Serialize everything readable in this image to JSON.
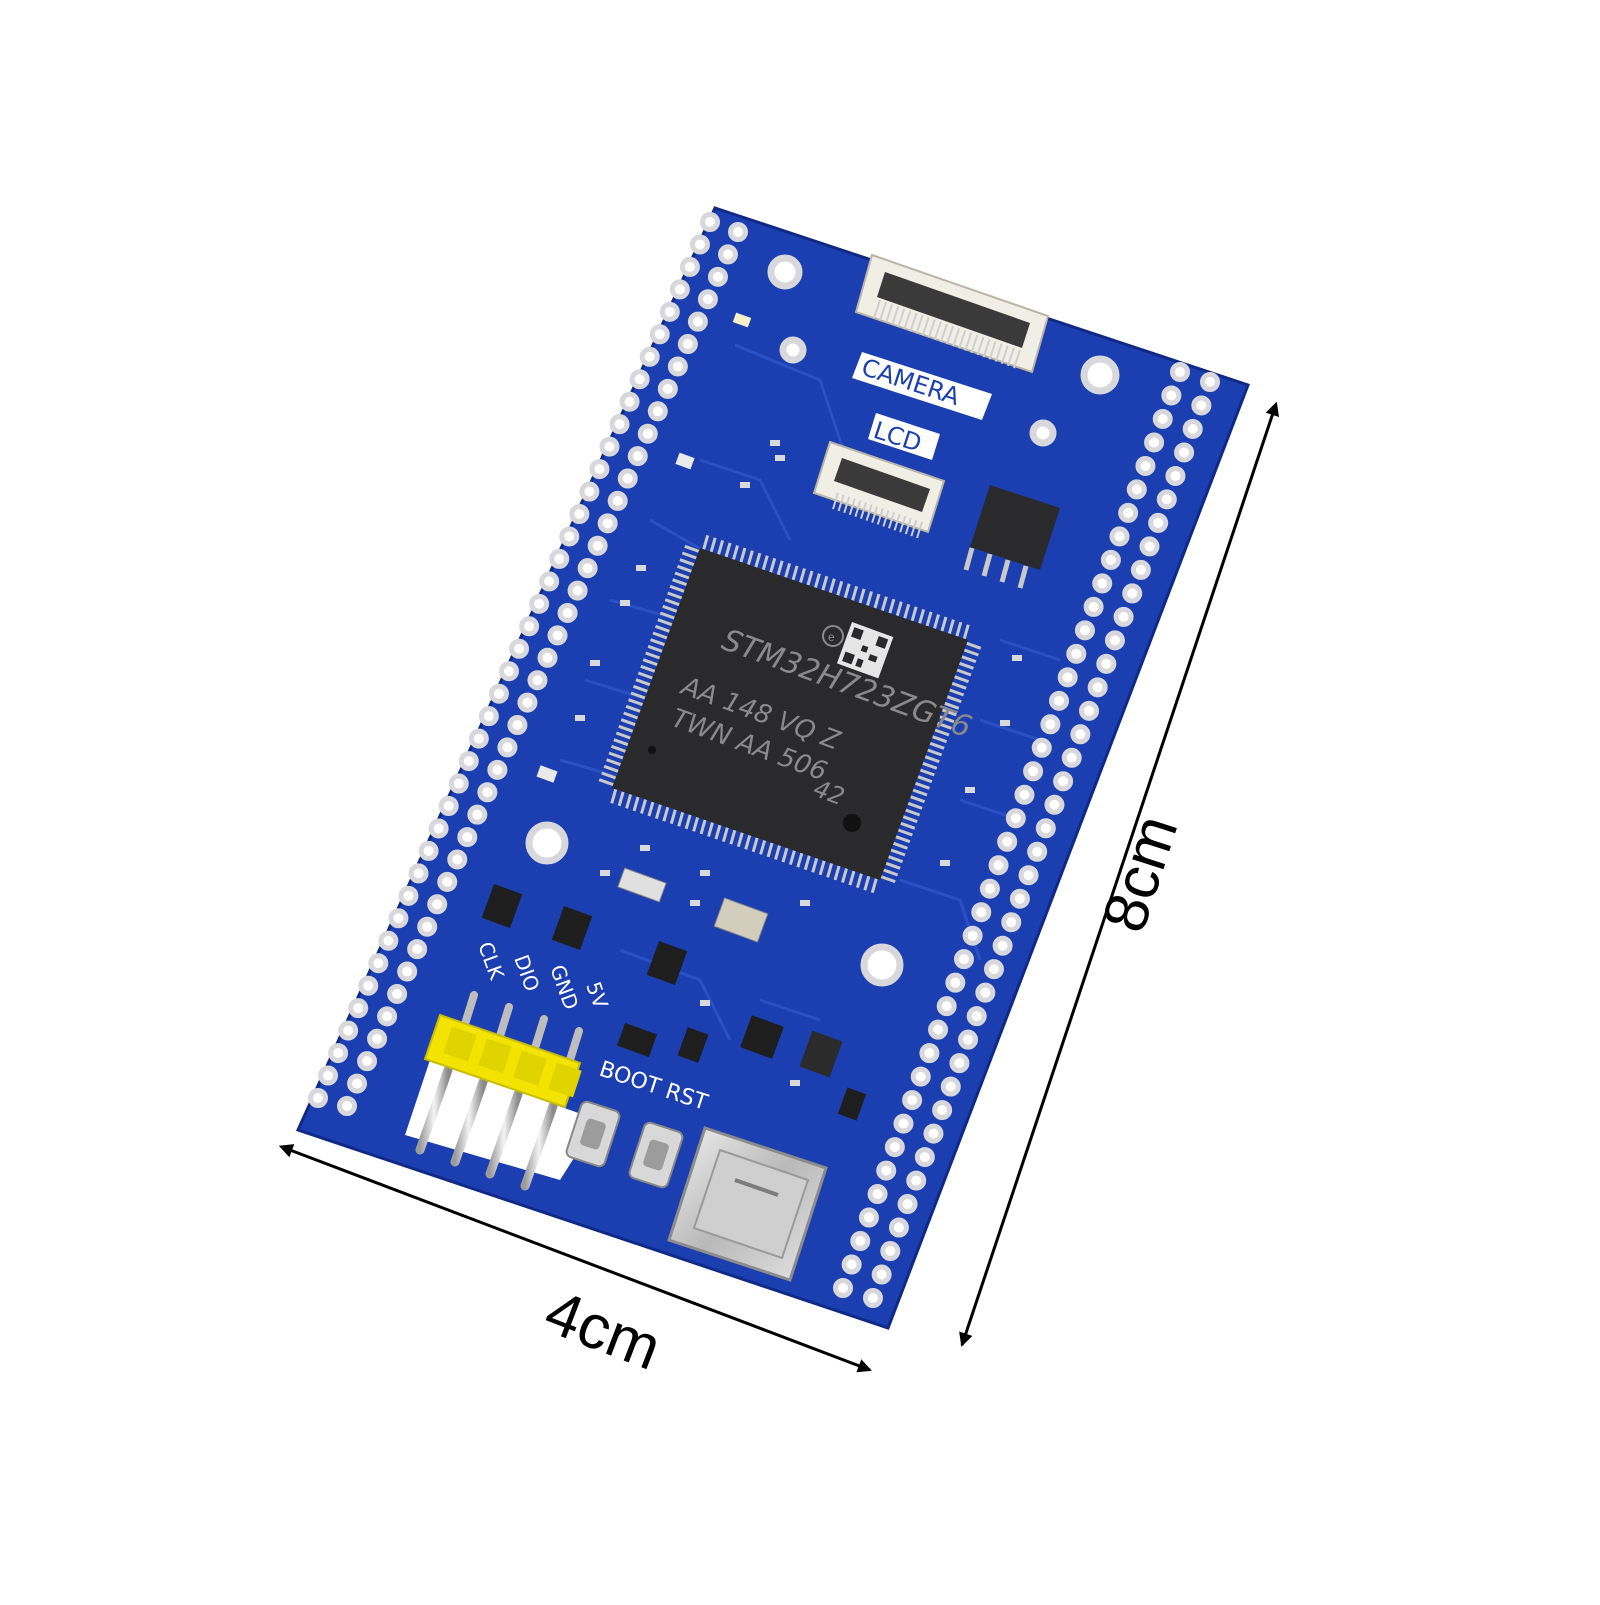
{
  "board": {
    "colors": {
      "pcb": "#1b3fb0",
      "pcb_dark": "#0f2a86",
      "pad": "#d8d8dc",
      "chip": "#2a2a2c",
      "header_plastic": "#f2e300"
    },
    "labels": {
      "camera": "CAMERA",
      "lcd": "LCD",
      "clk": "CLK",
      "dio": "DIO",
      "gnd": "GND",
      "five_v": "5V",
      "boot": "BOOT",
      "rst": "RST"
    },
    "chip": {
      "line1": "STM32H723ZGT6",
      "line2": "AA 148 VQ Z",
      "line3": "TWN AA 506",
      "line4": "42"
    },
    "connectors": [
      "camera-fpc-connector",
      "lcd-fpc-connector",
      "usb-c-port"
    ],
    "icons": [
      "st-logo-icon",
      "qr-code-icon"
    ]
  },
  "dimensions": {
    "width": "4cm",
    "height": "8cm"
  }
}
